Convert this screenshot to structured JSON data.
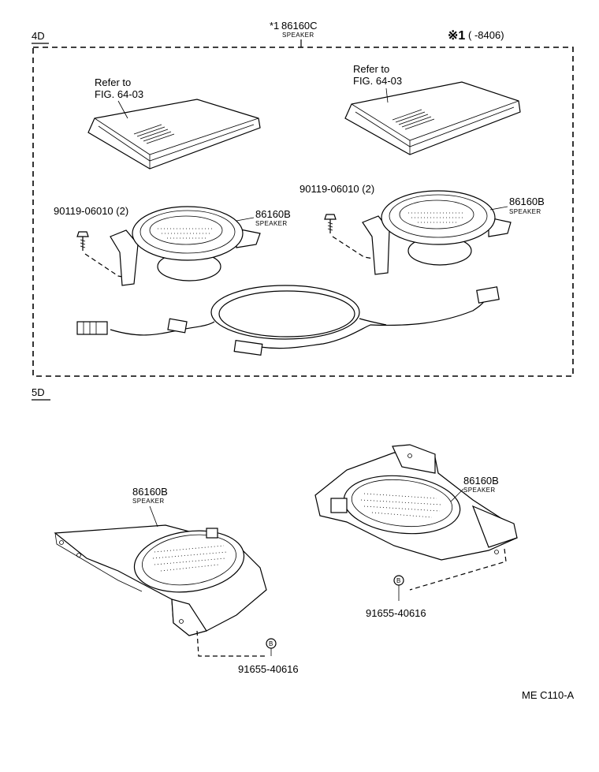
{
  "variants": {
    "four_door": "4D",
    "five_door": "5D"
  },
  "top_assembly": {
    "mark": "*1",
    "part_no": "86160C",
    "name": "SPEAKER",
    "note_mark": "※1",
    "note_range": "(        -8406)"
  },
  "grilles": [
    {
      "line1": "Refer to",
      "line2": "FIG. 64-03"
    },
    {
      "line1": "Refer to",
      "line2": "FIG. 64-03"
    }
  ],
  "screws": [
    {
      "part_no": "90119-06010 (2)"
    },
    {
      "part_no": "90119-06010 (2)"
    }
  ],
  "speakers_4d": [
    {
      "part_no": "86160B",
      "name": "SPEAKER"
    },
    {
      "part_no": "86160B",
      "name": "SPEAKER"
    }
  ],
  "speakers_5d": [
    {
      "part_no": "86160B",
      "name": "SPEAKER",
      "clip_mark": "B",
      "clip_part_no": "91655-40616"
    },
    {
      "part_no": "86160B",
      "name": "SPEAKER",
      "clip_mark": "B",
      "clip_part_no": "91655-40616"
    }
  ],
  "figure_code": "ME C110-A"
}
